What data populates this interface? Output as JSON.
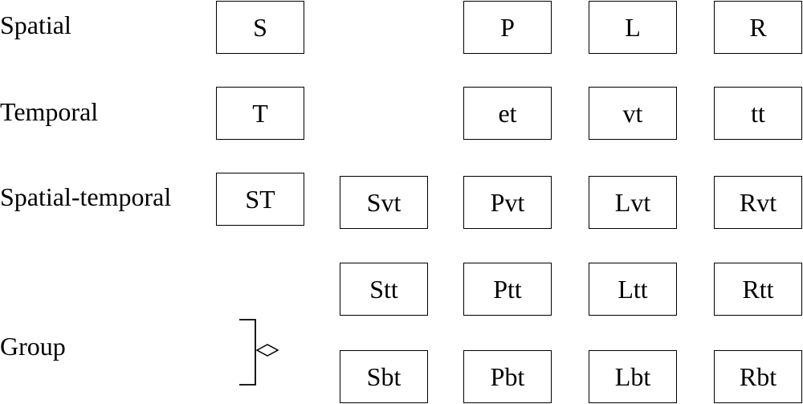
{
  "rows": {
    "spatial": {
      "label": "Spatial",
      "cells": [
        "S",
        "P",
        "L",
        "R"
      ]
    },
    "temporal": {
      "label": "Temporal",
      "cells": [
        "T",
        "et",
        "vt",
        "tt"
      ]
    },
    "spatial_temporal": {
      "label": "Spatial-temporal",
      "cells": [
        "ST",
        "Svt",
        "Pvt",
        "Lvt",
        "Rvt"
      ]
    },
    "tt_row": {
      "cells": [
        "Stt",
        "Ptt",
        "Ltt",
        "Rtt"
      ]
    },
    "group": {
      "label": "Group",
      "cells": [
        "Sbt",
        "Pbt",
        "Lbt",
        "Rbt"
      ]
    }
  },
  "icons": {
    "group_connector": "bracket-diamond-icon"
  }
}
